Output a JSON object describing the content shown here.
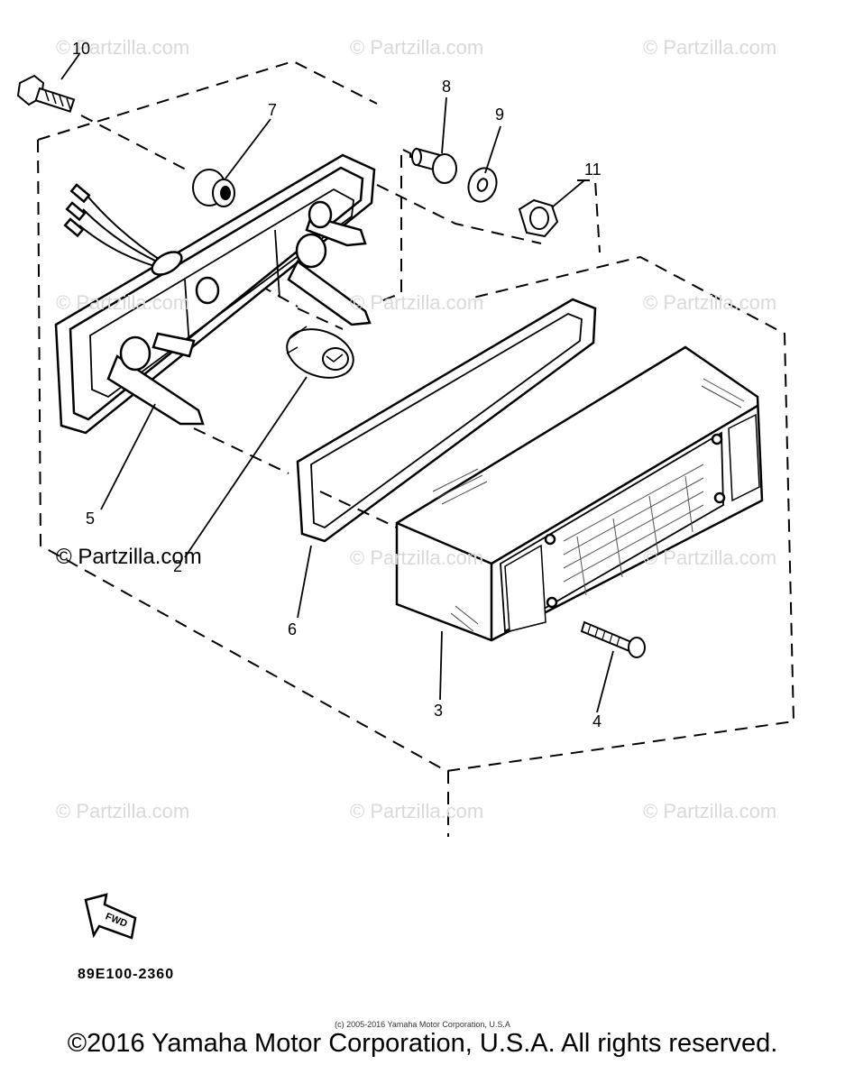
{
  "watermark": {
    "text": "© Partzilla.com",
    "prominent_text": "© Partzilla.com"
  },
  "callouts": [
    {
      "id": "c1",
      "label": "10"
    },
    {
      "id": "c2",
      "label": "7"
    },
    {
      "id": "c3",
      "label": "8"
    },
    {
      "id": "c4",
      "label": "9"
    },
    {
      "id": "c5",
      "label": "11"
    },
    {
      "id": "c6",
      "label": "5"
    },
    {
      "id": "c7",
      "label": "2"
    },
    {
      "id": "c8",
      "label": "6"
    },
    {
      "id": "c9",
      "label": "3"
    },
    {
      "id": "c10",
      "label": "4"
    }
  ],
  "fwd_label": "FWD",
  "part_code": "89E100-2360",
  "small_copyright": "(c) 2005-2016 Yamaha Motor Corporation, U.S.A",
  "footer": "©2016 Yamaha Motor Corporation, U.S.A. All rights reserved."
}
